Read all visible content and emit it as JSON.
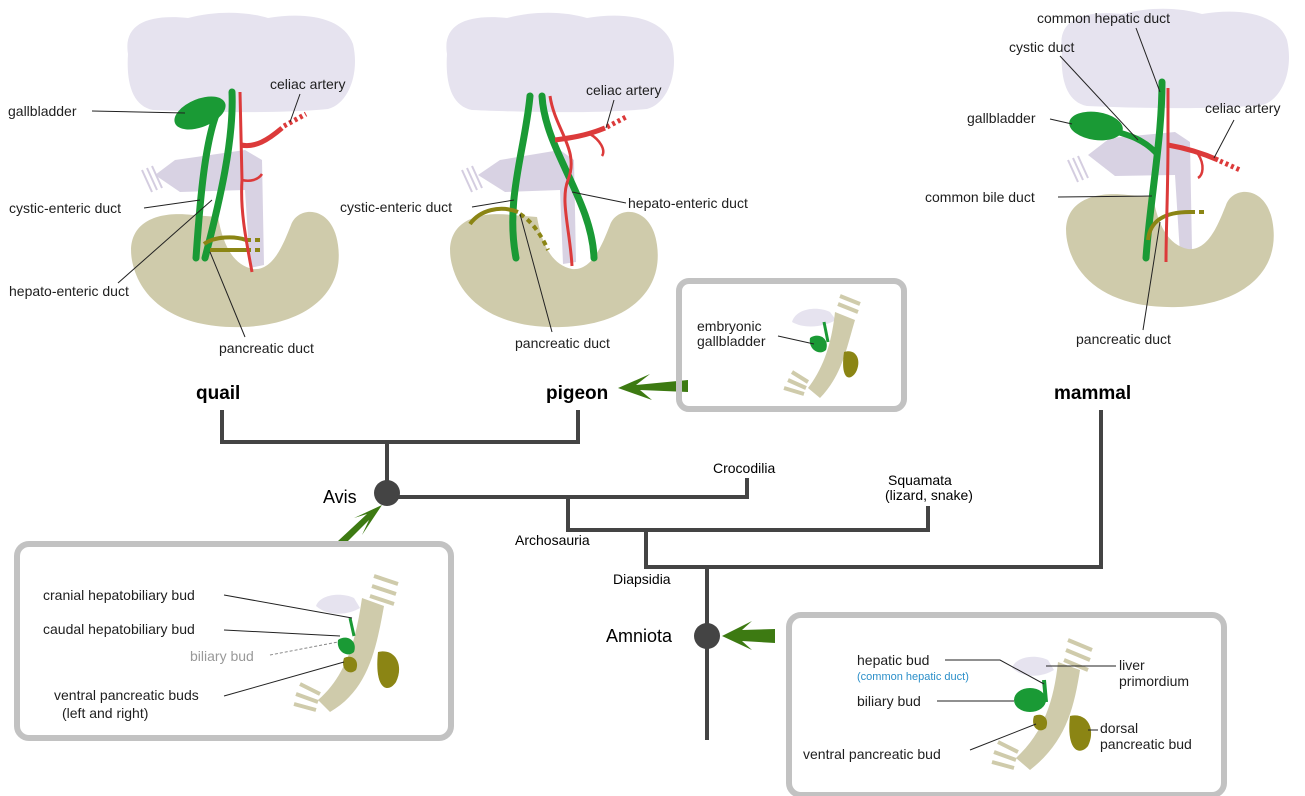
{
  "species": {
    "quail": "quail",
    "pigeon": "pigeon",
    "mammal": "mammal"
  },
  "clades": {
    "crocodilia": "Crocodilia",
    "squamata": "Squamata",
    "squamata_sub": "(lizard, snake)",
    "archosauria": "Archosauria",
    "diapsidia": "Diapsidia",
    "avis": "Avis",
    "amniota": "Amniota"
  },
  "quail_labels": {
    "celiac_artery": "celiac artery",
    "gallbladder": "gallbladder",
    "cystic_enteric_duct": "cystic-enteric duct",
    "hepato_enteric_duct": "hepato-enteric duct",
    "pancreatic_duct": "pancreatic duct"
  },
  "pigeon_labels": {
    "celiac_artery": "celiac artery",
    "cystic_enteric_duct": "cystic-enteric duct",
    "hepato_enteric_duct": "hepato-enteric duct",
    "pancreatic_duct": "pancreatic duct"
  },
  "mammal_labels": {
    "common_hepatic_duct": "common hepatic duct",
    "cystic_duct": "cystic duct",
    "celiac_artery": "celiac artery",
    "gallbladder": "gallbladder",
    "common_bile_duct": "common bile duct",
    "pancreatic_duct": "pancreatic duct"
  },
  "pigeon_embryo": {
    "line1": "embryonic",
    "line2": "gallbladder"
  },
  "avis_embryo": {
    "cranial": "cranial hepatobiliary bud",
    "caudal": "caudal hepatobiliary bud",
    "biliary": "biliary bud",
    "ventral_line1": "ventral pancreatic buds",
    "ventral_line2": "(left and right)"
  },
  "amniota_embryo": {
    "hepatic": "hepatic bud",
    "hepatic_sub": "(common hepatic duct)",
    "liver_line1": "liver",
    "liver_line2": "primordium",
    "biliary": "biliary bud",
    "ventral": "ventral pancreatic bud",
    "dorsal_line1": "dorsal",
    "dorsal_line2": "pancreatic bud"
  },
  "colors": {
    "liver": "#e6e3ef",
    "stomach": "#d4cde0",
    "intestine": "#cfcbab",
    "duct_green": "#1a9a35",
    "artery_red": "#dc3a3a",
    "pancreatic_olive": "#8b8514",
    "arrow_green": "#3d7a12",
    "tree_gray": "#444444",
    "box_gray": "#c2c2c2",
    "blue_note": "#2b8fc9"
  }
}
